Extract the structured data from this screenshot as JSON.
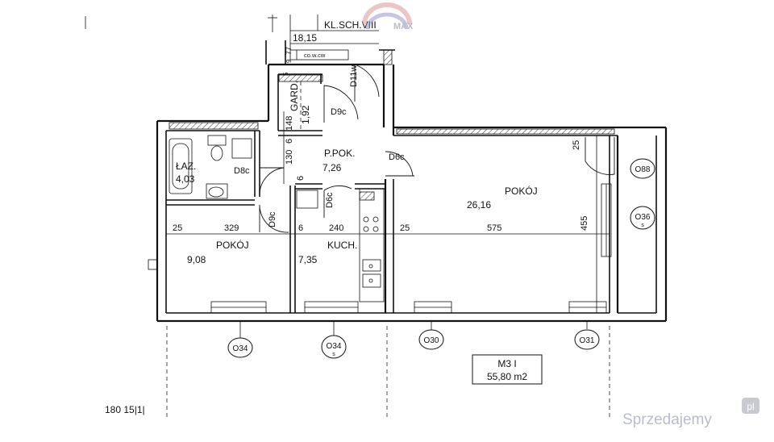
{
  "staircase": {
    "label": "KL.SCH.VIII",
    "area": "18,15"
  },
  "duct": {
    "label": "co.w.cw"
  },
  "rooms": {
    "garderoba": {
      "name": "GARD.",
      "area": "1,92"
    },
    "lazienka": {
      "name": "ŁAZ.",
      "area": "4,03"
    },
    "przedpokoj": {
      "name": "P.POK.",
      "area": "7,26"
    },
    "pokoj_large": {
      "name": "POKÓJ",
      "area": "26,16"
    },
    "pokoj_small": {
      "name": "POKÓJ",
      "area": "9,08"
    },
    "kuchnia": {
      "name": "KUCH.",
      "area": "7,35"
    }
  },
  "doors": {
    "d11": "D11w",
    "d9c_gard": "D9c",
    "d6c_pokoj": "D6c",
    "d8c_laz": "D8c",
    "d9c_pokoj": "D9c",
    "d6c_kuch": "D6c"
  },
  "dimensions": {
    "d77": "77",
    "d9": "9",
    "d148": "148",
    "d6a": "6",
    "d130": "130",
    "d6b": "6",
    "d25_top": "25",
    "d455": "455",
    "d25_left": "25",
    "d329": "329",
    "d6c": "6",
    "d240": "240",
    "d25_mid": "25",
    "d575": "575",
    "d_small": "5"
  },
  "window_tags": {
    "o88": "O88",
    "o36": "O36",
    "o36_sub": "s",
    "o34a": "O34",
    "o34b": "O34",
    "o34b_sub": "s",
    "o30": "O30",
    "o31": "O31"
  },
  "unit": {
    "type": "M3 I",
    "area": "55,80  m2"
  },
  "footer_code": "180  15|1|",
  "watermarks": {
    "top": "MAX",
    "bottom": "Sprzedajemy",
    "badge": "pl"
  }
}
